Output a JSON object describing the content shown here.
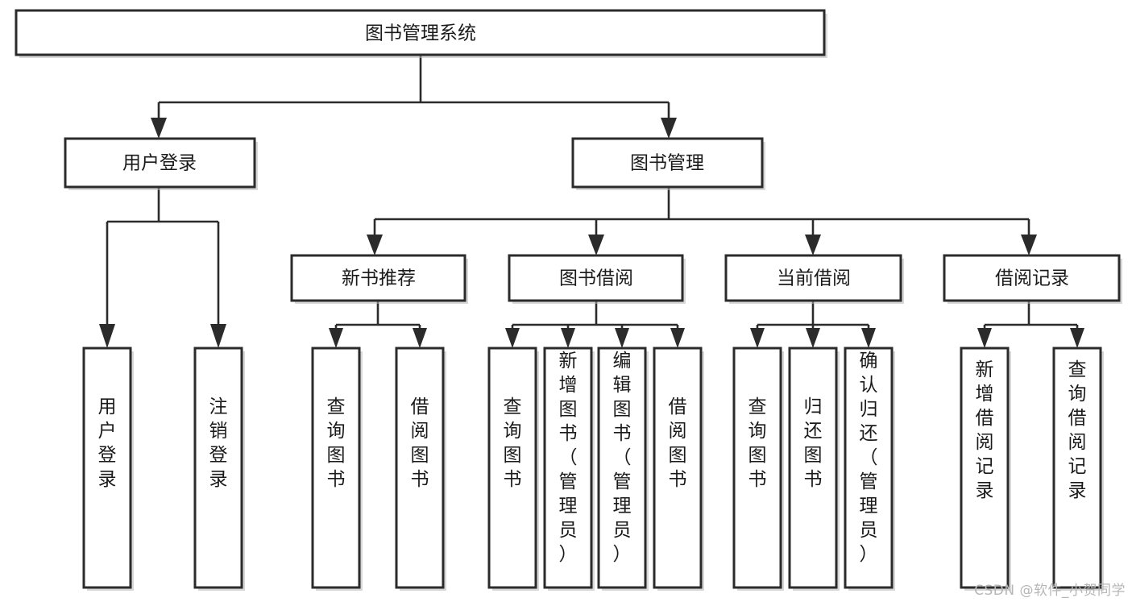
{
  "diagram": {
    "type": "tree-hierarchy",
    "title": "图书管理系统",
    "orientation": "top-down",
    "colors": {
      "box_stroke": "#2b2b2b",
      "box_fill": "#ffffff",
      "text": "#1a1a1a",
      "connector": "#2b2b2b",
      "watermark": "#b6b6b6",
      "background": "#ffffff"
    },
    "root": {
      "id": "root",
      "label": "图书管理系统"
    },
    "level2": [
      {
        "id": "user-login",
        "label": "用户登录"
      },
      {
        "id": "book-manage",
        "label": "图书管理"
      }
    ],
    "level3": [
      {
        "id": "new-book-recommend",
        "label": "新书推荐",
        "parent": "book-manage"
      },
      {
        "id": "book-borrow",
        "label": "图书借阅",
        "parent": "book-manage"
      },
      {
        "id": "current-borrow",
        "label": "当前借阅",
        "parent": "book-manage"
      },
      {
        "id": "borrow-record",
        "label": "借阅记录",
        "parent": "book-manage"
      }
    ],
    "leaves": {
      "user-login": [
        {
          "id": "leaf-user-login",
          "label": "用户登录"
        },
        {
          "id": "leaf-user-logout",
          "label": "注销登录"
        }
      ],
      "new-book-recommend": [
        {
          "id": "leaf-query-book-1",
          "label": "查询图书"
        },
        {
          "id": "leaf-borrow-book-1",
          "label": "借阅图书"
        }
      ],
      "book-borrow": [
        {
          "id": "leaf-query-book-2",
          "label": "查询图书"
        },
        {
          "id": "leaf-add-book",
          "label": "新增图书（管理员）"
        },
        {
          "id": "leaf-edit-book",
          "label": "编辑图书（管理员）"
        },
        {
          "id": "leaf-borrow-book-2",
          "label": "借阅图书"
        }
      ],
      "current-borrow": [
        {
          "id": "leaf-query-book-3",
          "label": "查询图书"
        },
        {
          "id": "leaf-return-book",
          "label": "归还图书"
        },
        {
          "id": "leaf-confirm-return",
          "label": "确认归还（管理员）"
        }
      ],
      "borrow-record": [
        {
          "id": "leaf-add-record",
          "label": "新增借阅记录"
        },
        {
          "id": "leaf-query-record",
          "label": "查询借阅记录"
        }
      ]
    }
  },
  "watermark": {
    "text": "CSDN @软件_小贺同学"
  }
}
